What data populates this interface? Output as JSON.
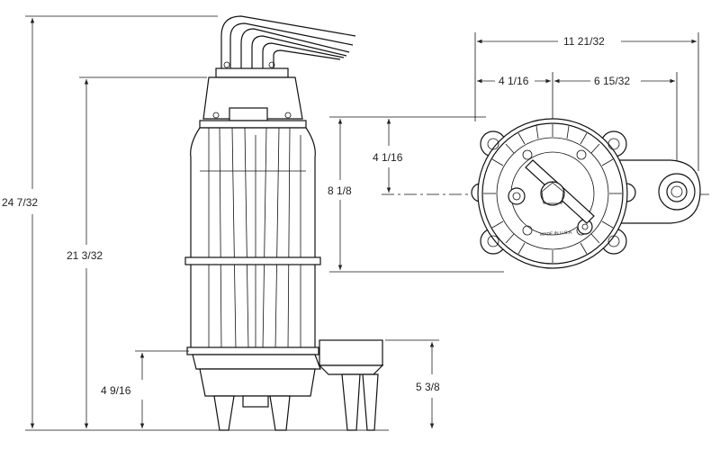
{
  "dimensions": {
    "overall_height": "24 7/32",
    "motor_height": "21 3/32",
    "base_height": "4 9/16",
    "discharge_height": "5 3/8",
    "housing_height": "8 1/8",
    "center_height": "4 1/16",
    "overall_width": "11 21/32",
    "left_width": "4 1/16",
    "right_width": "6 15/32"
  },
  "nameplate": "MADE IN U.S.A."
}
